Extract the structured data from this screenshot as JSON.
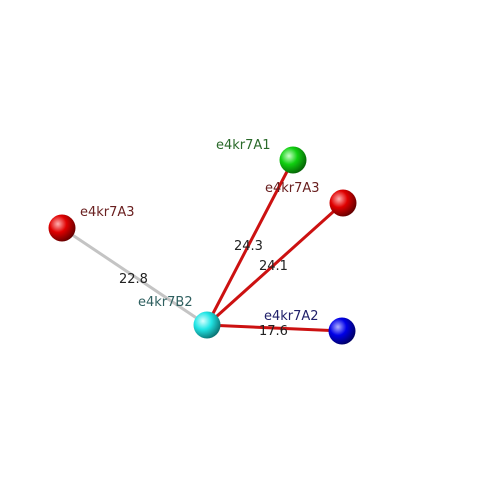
{
  "nodes": {
    "center": {
      "label": "e4kr7B2",
      "color": "#22e6e6",
      "label_color": "#2f6060"
    },
    "green": {
      "label": "e4kr7A1",
      "color": "#10d010",
      "label_color": "#2a6a2a"
    },
    "red_right": {
      "label": "e4kr7A3",
      "color": "#e00000",
      "label_color": "#6a2020"
    },
    "red_left": {
      "label": "e4kr7A3",
      "color": "#e00000",
      "label_color": "#6a2020"
    },
    "blue": {
      "label": "e4kr7A2",
      "color": "#0000e8",
      "label_color": "#20206a"
    }
  },
  "edges": {
    "to_green": {
      "distance": "24.3",
      "color": "#cc1111"
    },
    "to_red_right": {
      "distance": "24.1",
      "color": "#cc1111"
    },
    "to_blue": {
      "distance": "17.6",
      "color": "#cc1111"
    },
    "to_red_left": {
      "distance": "22.8",
      "color": "#bdbdbd"
    }
  }
}
